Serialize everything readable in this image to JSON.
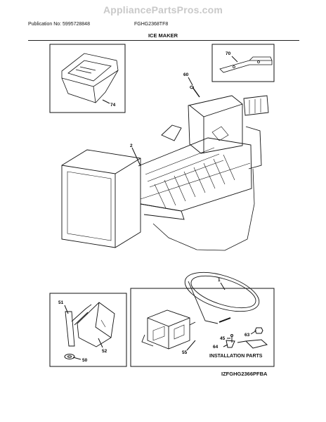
{
  "header": {
    "watermark": "AppliancePartsPros.com",
    "publication": "Publication No: 5995728848",
    "model": "FGHG2368TF8"
  },
  "section_title": "ICE MAKER",
  "callouts": {
    "bin": "74",
    "bracket": "70",
    "screw": "60",
    "icemaker": "2",
    "tube": "1",
    "clip": "51",
    "heater": "52",
    "grommet": "50",
    "valve": "55",
    "clamp": "45",
    "screw_small": "64",
    "nut": "63"
  },
  "install_label": "INSTALLATION PARTS",
  "diagram_code": "IZFGHG2366PFBA"
}
